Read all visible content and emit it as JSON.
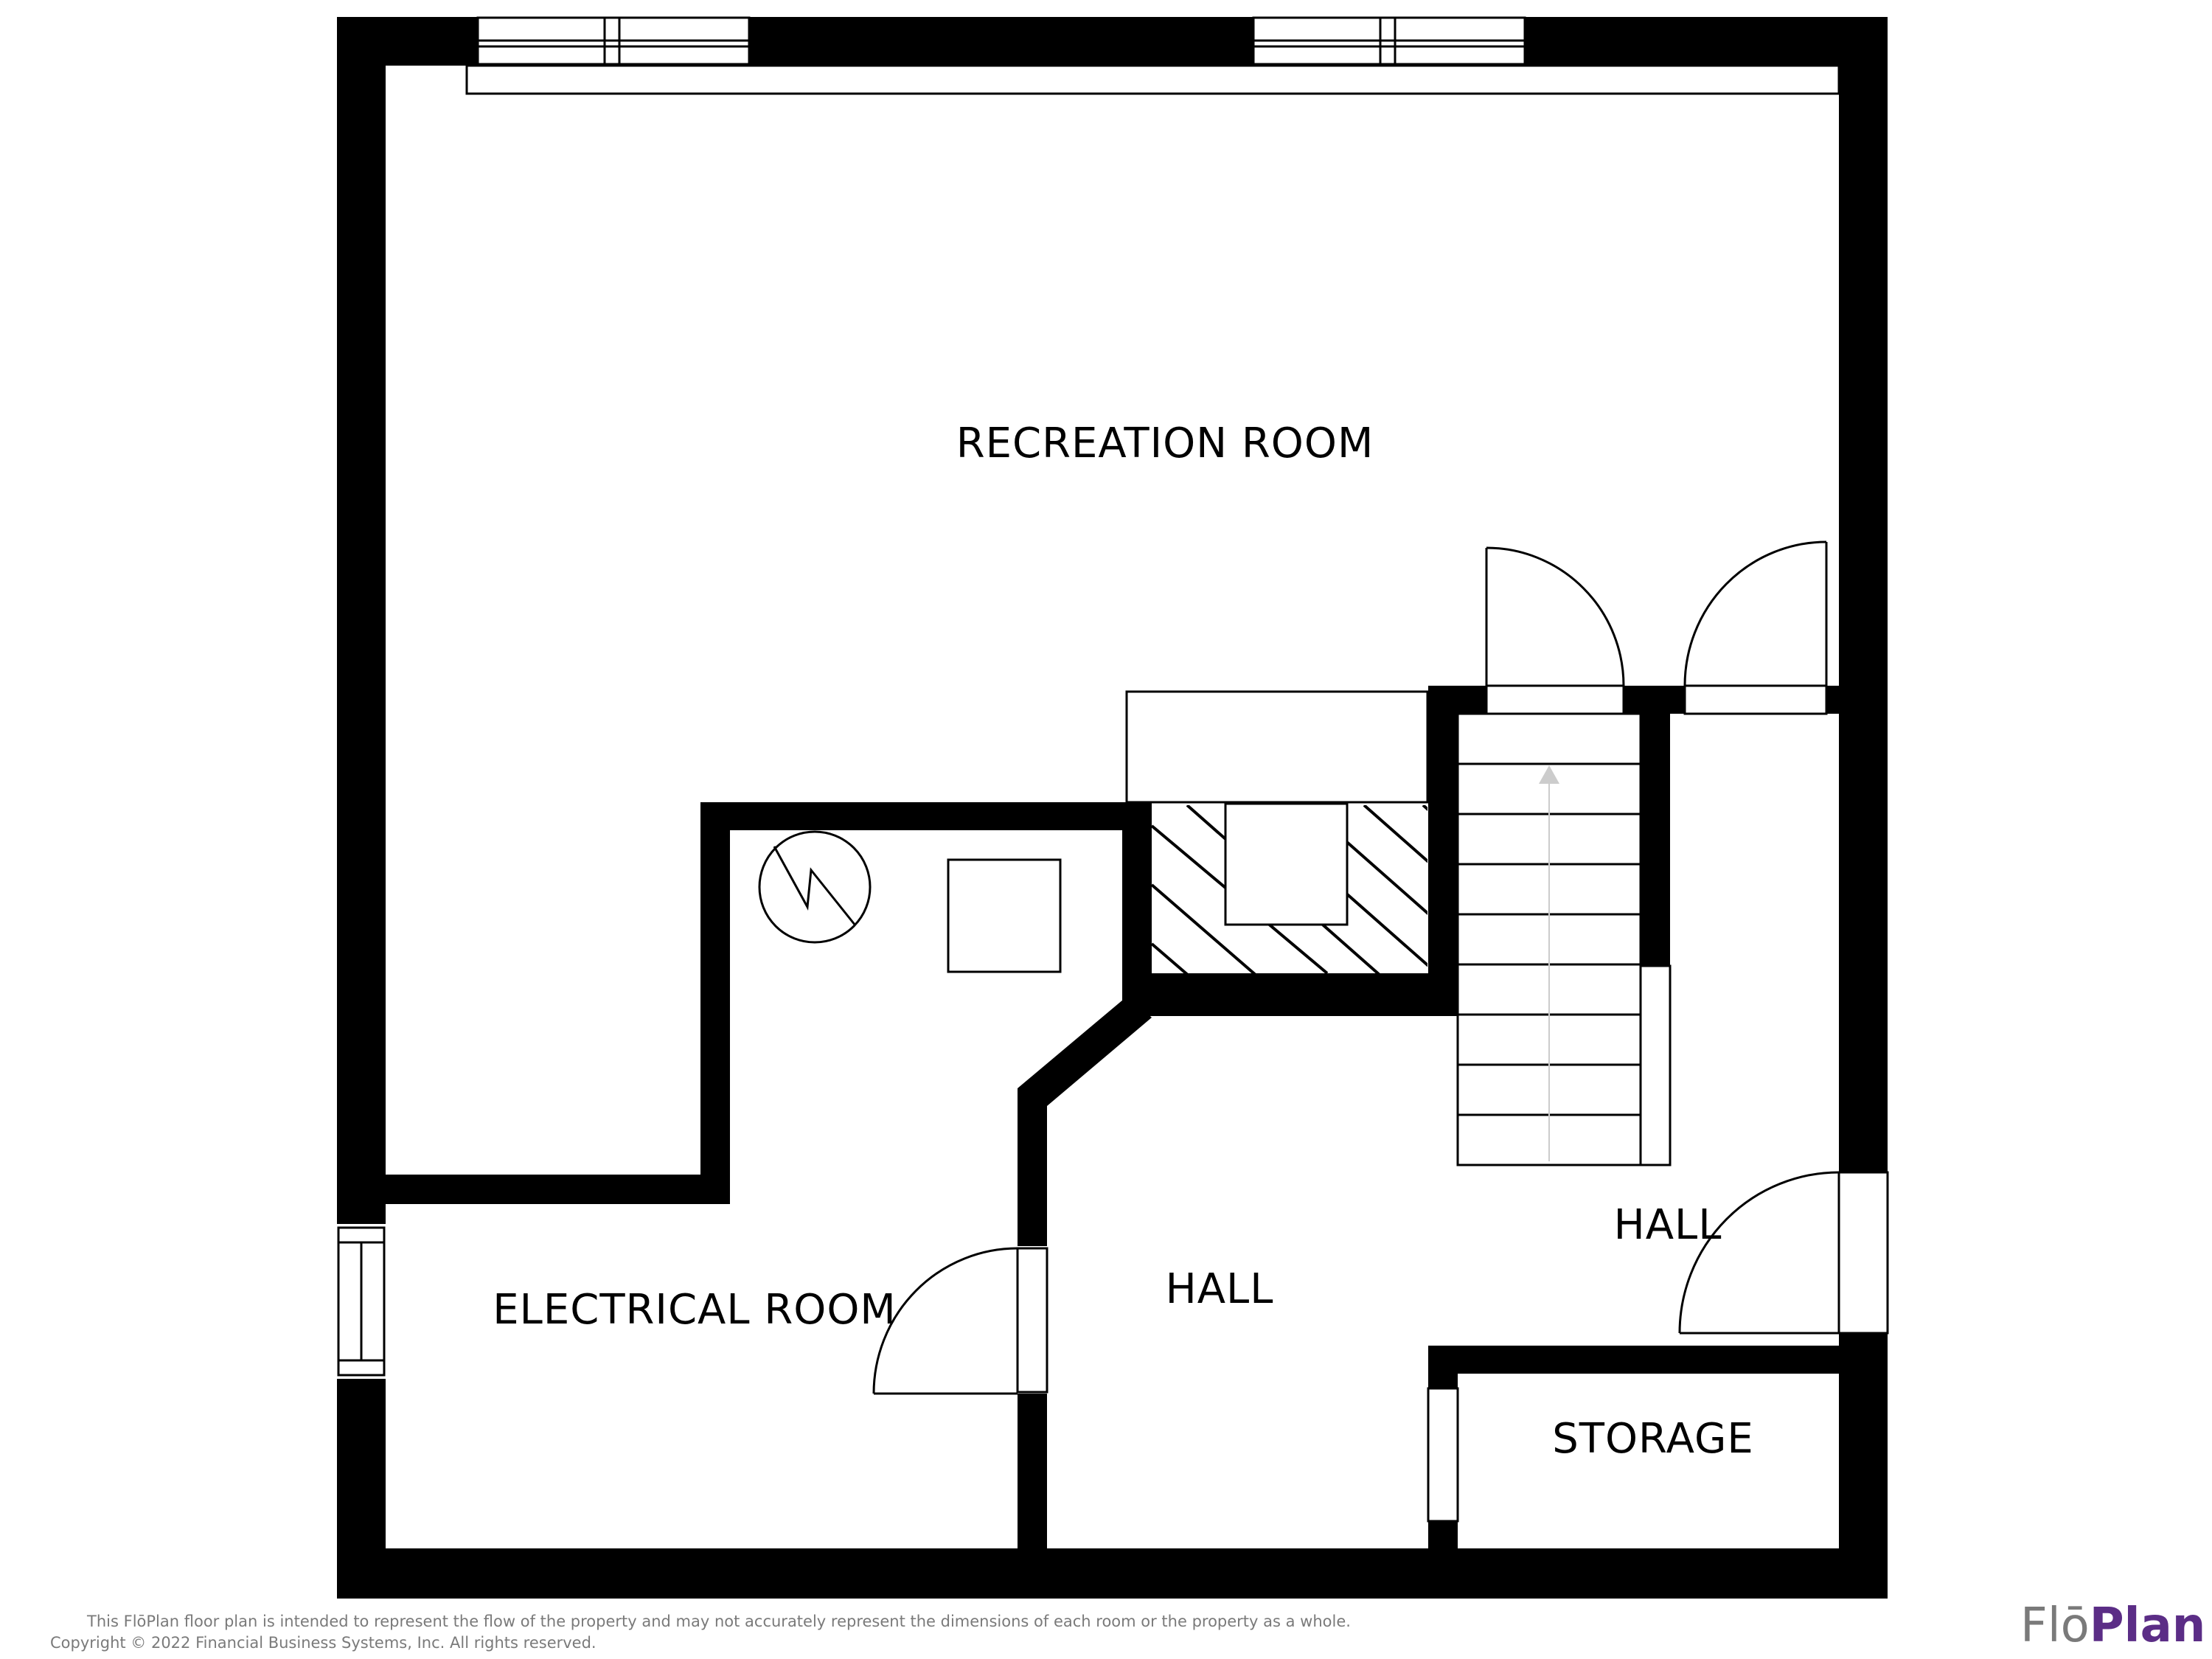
{
  "rooms": {
    "recreation": "RECREATION ROOM",
    "electrical": "ELECTRICAL ROOM",
    "hall_main": "HALL",
    "hall_side": "HALL",
    "storage": "STORAGE"
  },
  "disclaimer": {
    "line1": "This FlōPlan floor plan is intended to represent the flow of the property and may not accurately represent the dimensions of each room or the property as a whole.",
    "line2": "Copyright © 2022 Financial Business Systems, Inc. All rights reserved."
  },
  "brand": {
    "part1": "Flō",
    "part2": "Plan",
    "color": "#5b2d86"
  },
  "colors": {
    "wall": "#000000",
    "background": "#ffffff",
    "stair_arrow": "#cccccc"
  }
}
